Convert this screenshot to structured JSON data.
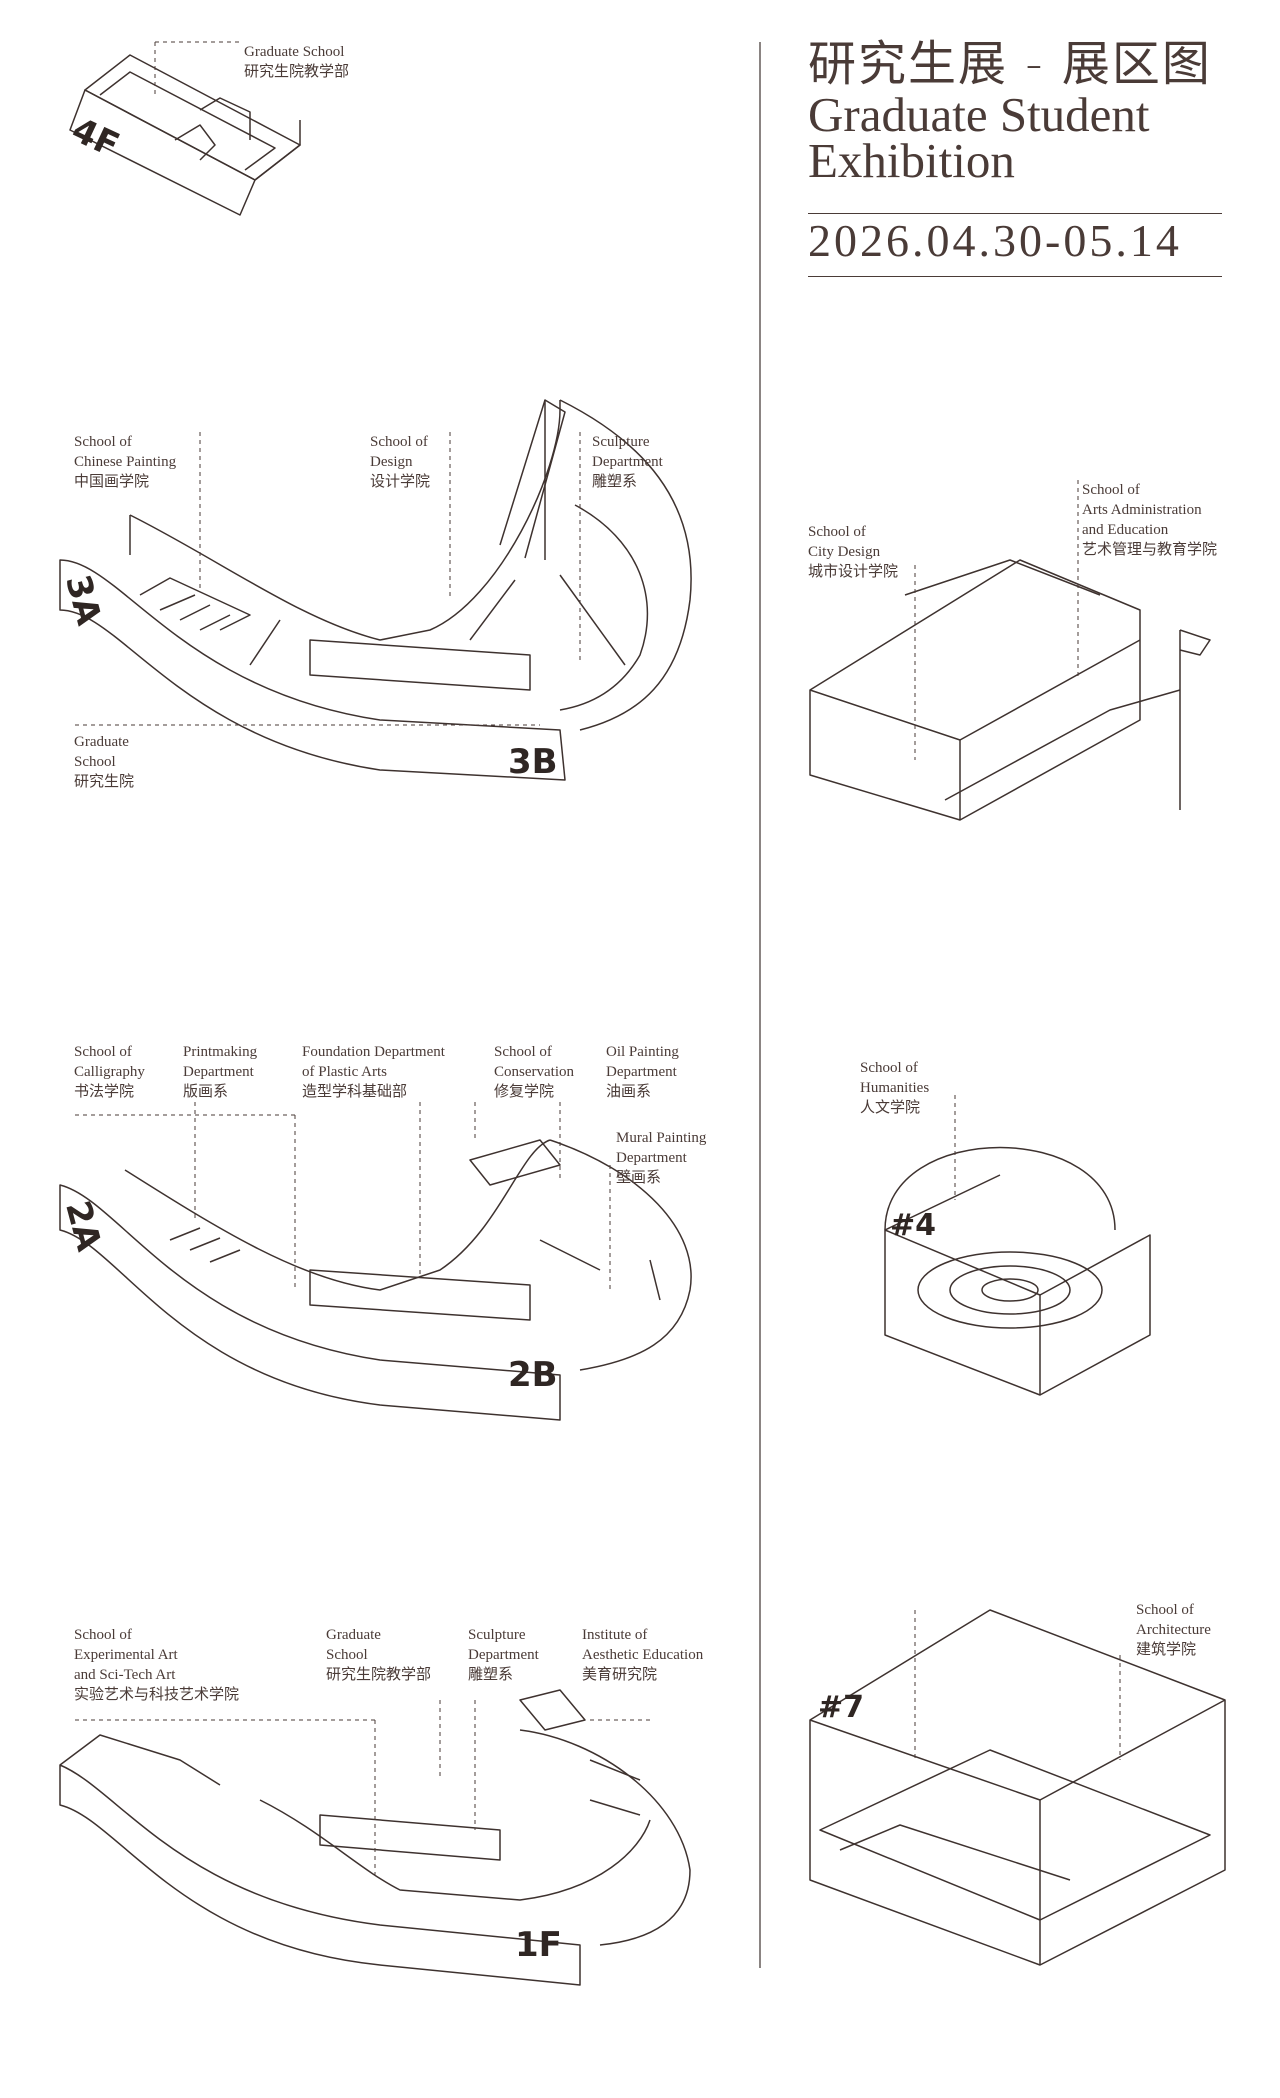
{
  "title": {
    "zh": "研究生展 - 展区图",
    "en_line1": "Graduate Student",
    "en_line2": "Exhibition",
    "dates": "2026.04.30-05.14"
  },
  "floors": {
    "f4": "4F",
    "f3a": "3A",
    "f3b": "3B",
    "f2a": "2A",
    "f2b": "2B",
    "f1": "1F"
  },
  "buildings": {
    "b4": "#4",
    "b7": "#7"
  },
  "labels": {
    "grad_4f": [
      "Graduate  School",
      "研究生院教学部"
    ],
    "chinese_painting": [
      "School of",
      "Chinese Painting",
      "中国画学院"
    ],
    "design": [
      "School of",
      "Design",
      "设计学院"
    ],
    "sculpture_3": [
      "Sculpture",
      "Department",
      "雕塑系"
    ],
    "grad_3": [
      "Graduate",
      "School",
      "研究生院"
    ],
    "city_design": [
      "School of",
      "City Design",
      "城市设计学院"
    ],
    "arts_admin": [
      "School of",
      "Arts Administration",
      "and Education",
      "艺术管理与教育学院"
    ],
    "calligraphy": [
      "School of",
      "Calligraphy",
      "书法学院"
    ],
    "printmaking": [
      "Printmaking",
      "Department",
      "版画系"
    ],
    "foundation": [
      "Foundation Department",
      "of Plastic Arts",
      "造型学科基础部"
    ],
    "conservation": [
      "School of",
      "Conservation",
      "修复学院"
    ],
    "oil_painting": [
      "Oil Painting",
      "Department",
      "油画系"
    ],
    "mural": [
      "Mural Painting",
      "Department",
      "壁画系"
    ],
    "humanities": [
      "School of",
      "Humanities",
      "人文学院"
    ],
    "experimental": [
      "School of",
      "Experimental Art",
      "and Sci-Tech Art",
      "实验艺术与科技艺术学院"
    ],
    "grad_1": [
      "Graduate",
      "School",
      "研究生院教学部"
    ],
    "sculpture_1": [
      "Sculpture",
      "Department",
      "雕塑系"
    ],
    "aesthetic": [
      "Institute of",
      "Aesthetic Education",
      "美育研究院"
    ],
    "architecture": [
      "School of",
      "Architecture",
      "建筑学院"
    ]
  }
}
